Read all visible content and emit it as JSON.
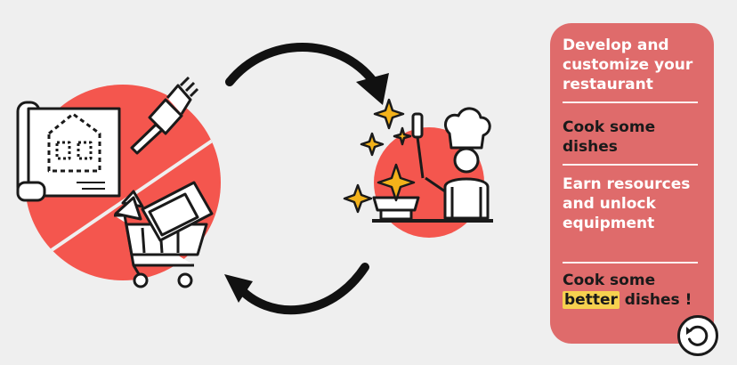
{
  "steps": [
    {
      "text": "Develop and customize your restaurant"
    },
    {
      "text": "Cook some dishes"
    },
    {
      "text": "Earn resources and unlock equipment"
    },
    {
      "pre": "Cook some ",
      "highlight": "better",
      "post": " dishes !"
    }
  ],
  "icons": {
    "left": [
      "blueprint-icon",
      "paintbrush-icon",
      "shopping-cart-icon",
      "microwave-icon"
    ],
    "right": [
      "chef-icon",
      "sparkle-icon",
      "cooking-pot-icon"
    ],
    "cycle": [
      "cycle-arrow-top-icon",
      "cycle-arrow-bottom-icon"
    ],
    "replay": "replay-icon"
  },
  "colors": {
    "accent": "#f4564e",
    "panel": "#df6b6b",
    "highlight": "#f6d14f",
    "sparkle": "#f3b21a"
  }
}
